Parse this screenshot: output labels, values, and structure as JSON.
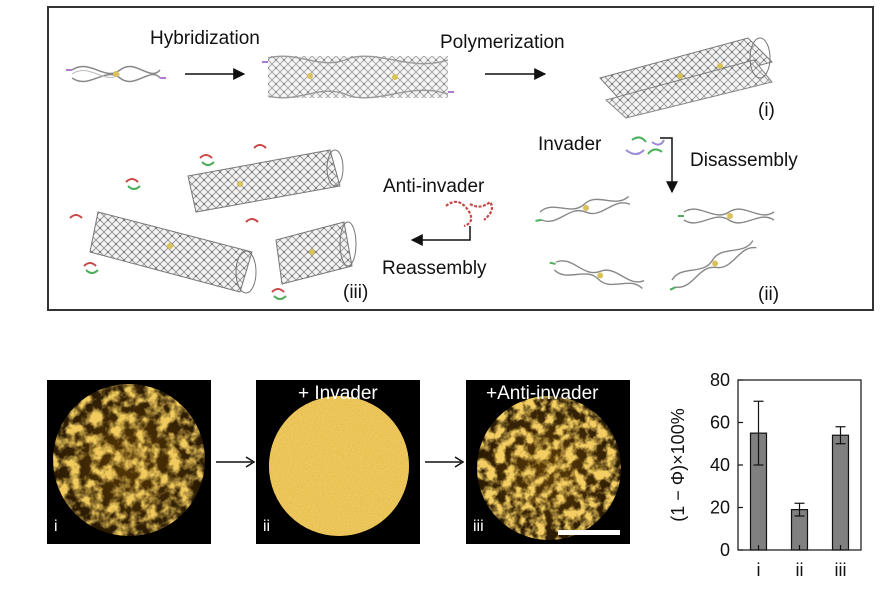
{
  "schematic": {
    "steps": {
      "hybridization": "Hybridization",
      "polymerization": "Polymerization",
      "invader": "Invader",
      "disassembly": "Disassembly",
      "anti_invader": "Anti-invader",
      "reassembly": "Reassembly"
    },
    "states": {
      "i": "(i)",
      "ii": "(ii)",
      "iii": "(iii)"
    }
  },
  "micrographs": {
    "panels": [
      {
        "label": "i",
        "title": ""
      },
      {
        "label": "ii",
        "title": "+ Invader"
      },
      {
        "label": "iii",
        "title": "+Anti-invader"
      }
    ],
    "colors": {
      "fluorescence": "#e09a1c",
      "background": "#000000"
    }
  },
  "chart_data": {
    "type": "bar",
    "categories": [
      "i",
      "ii",
      "iii"
    ],
    "values": [
      55,
      19,
      54
    ],
    "errors": [
      15,
      3,
      4
    ],
    "ylabel": "(1 − Φ)×100%",
    "ylim": [
      0,
      80
    ],
    "yticks": [
      "0",
      "20",
      "40",
      "60",
      "80"
    ],
    "bar_color": "#808080"
  }
}
